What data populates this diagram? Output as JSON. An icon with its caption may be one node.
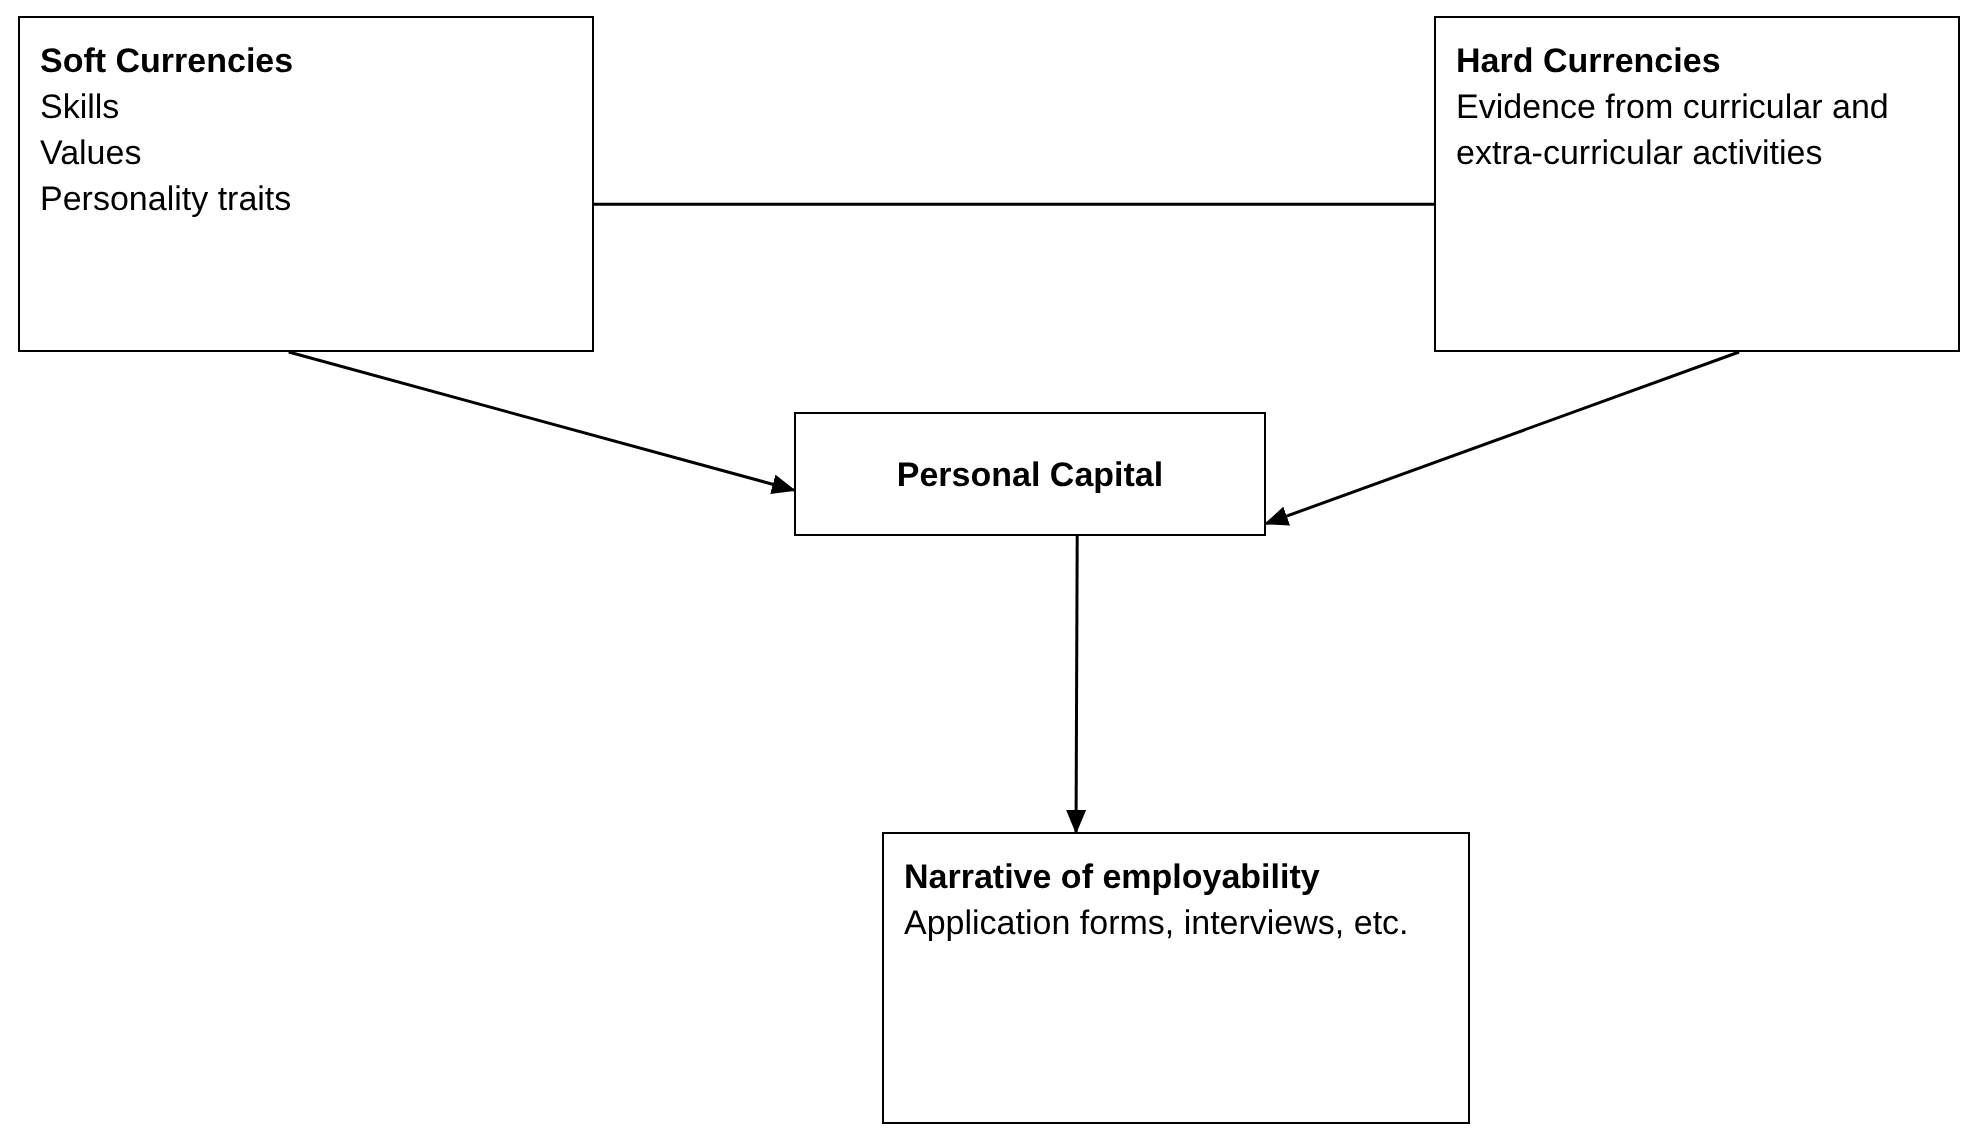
{
  "diagram": {
    "nodes": [
      {
        "text": [
          "Soft Currencies",
          "Skills",
          "Values",
          "Personality traits"
        ]
      },
      {
        "text": [
          "Hard Currencies",
          "Evidence from curricular and extra-curricular activities"
        ]
      },
      {
        "text": [
          "Personal Capital"
        ]
      },
      {
        "text": [
          "Narrative of employability",
          "Application forms, interviews, etc."
        ]
      }
    ],
    "edges": [
      {
        "from": 0,
        "to": 1,
        "arrow": "none"
      },
      {
        "from": 0,
        "to": 2,
        "arrow": "to"
      },
      {
        "from": 1,
        "to": 2,
        "arrow": "to"
      },
      {
        "from": 2,
        "to": 3,
        "arrow": "to"
      }
    ]
  }
}
